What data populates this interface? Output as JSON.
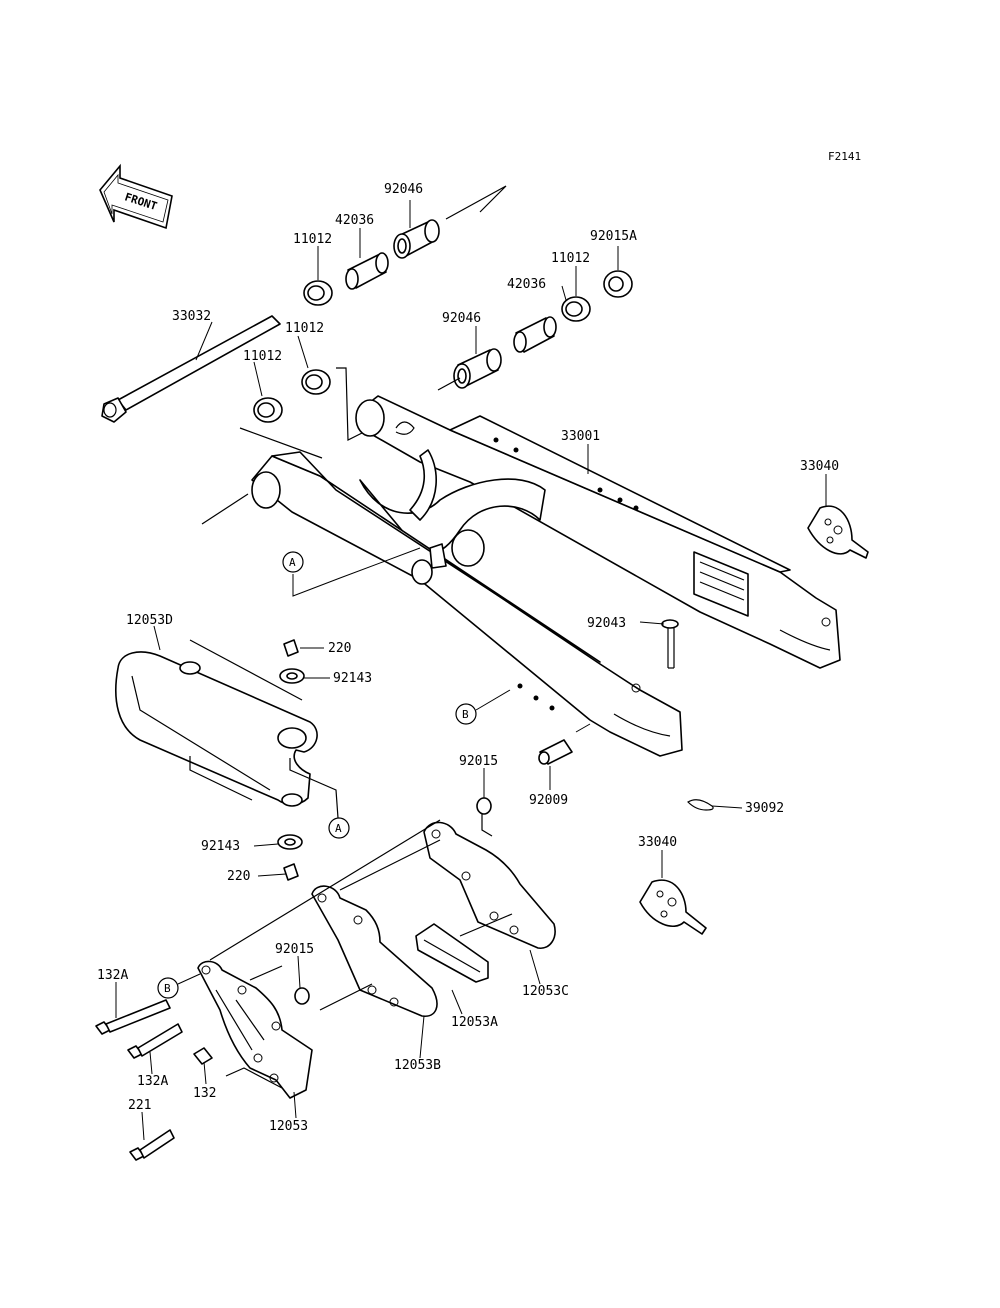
{
  "figure_code": "F2141",
  "front_label": "FRONT",
  "callouts": {
    "a1": "A",
    "a2": "A",
    "b1": "B",
    "b2": "B"
  },
  "parts": [
    {
      "id": "p92046a",
      "number": "92046"
    },
    {
      "id": "p42036a",
      "number": "42036"
    },
    {
      "id": "p11012a",
      "number": "11012"
    },
    {
      "id": "p92015Aa",
      "number": "92015A"
    },
    {
      "id": "p11012b",
      "number": "11012"
    },
    {
      "id": "p42036b",
      "number": "42036"
    },
    {
      "id": "p33032",
      "number": "33032"
    },
    {
      "id": "p11012c",
      "number": "11012"
    },
    {
      "id": "p92046b",
      "number": "92046"
    },
    {
      "id": "p11012d",
      "number": "11012"
    },
    {
      "id": "p33001",
      "number": "33001"
    },
    {
      "id": "p33040a",
      "number": "33040"
    },
    {
      "id": "p12053D",
      "number": "12053D"
    },
    {
      "id": "p220a",
      "number": "220"
    },
    {
      "id": "p92143a",
      "number": "92143"
    },
    {
      "id": "p92043",
      "number": "92043"
    },
    {
      "id": "p92015a",
      "number": "92015"
    },
    {
      "id": "p92009",
      "number": "92009"
    },
    {
      "id": "p39092",
      "number": "39092"
    },
    {
      "id": "p92143b",
      "number": "92143"
    },
    {
      "id": "p33040b",
      "number": "33040"
    },
    {
      "id": "p220b",
      "number": "220"
    },
    {
      "id": "p92015b",
      "number": "92015"
    },
    {
      "id": "p132Aa",
      "number": "132A"
    },
    {
      "id": "p12053C",
      "number": "12053C"
    },
    {
      "id": "p12053A",
      "number": "12053A"
    },
    {
      "id": "p132Ab",
      "number": "132A"
    },
    {
      "id": "p132",
      "number": "132"
    },
    {
      "id": "p12053B",
      "number": "12053B"
    },
    {
      "id": "p221",
      "number": "221"
    },
    {
      "id": "p12053",
      "number": "12053"
    }
  ]
}
